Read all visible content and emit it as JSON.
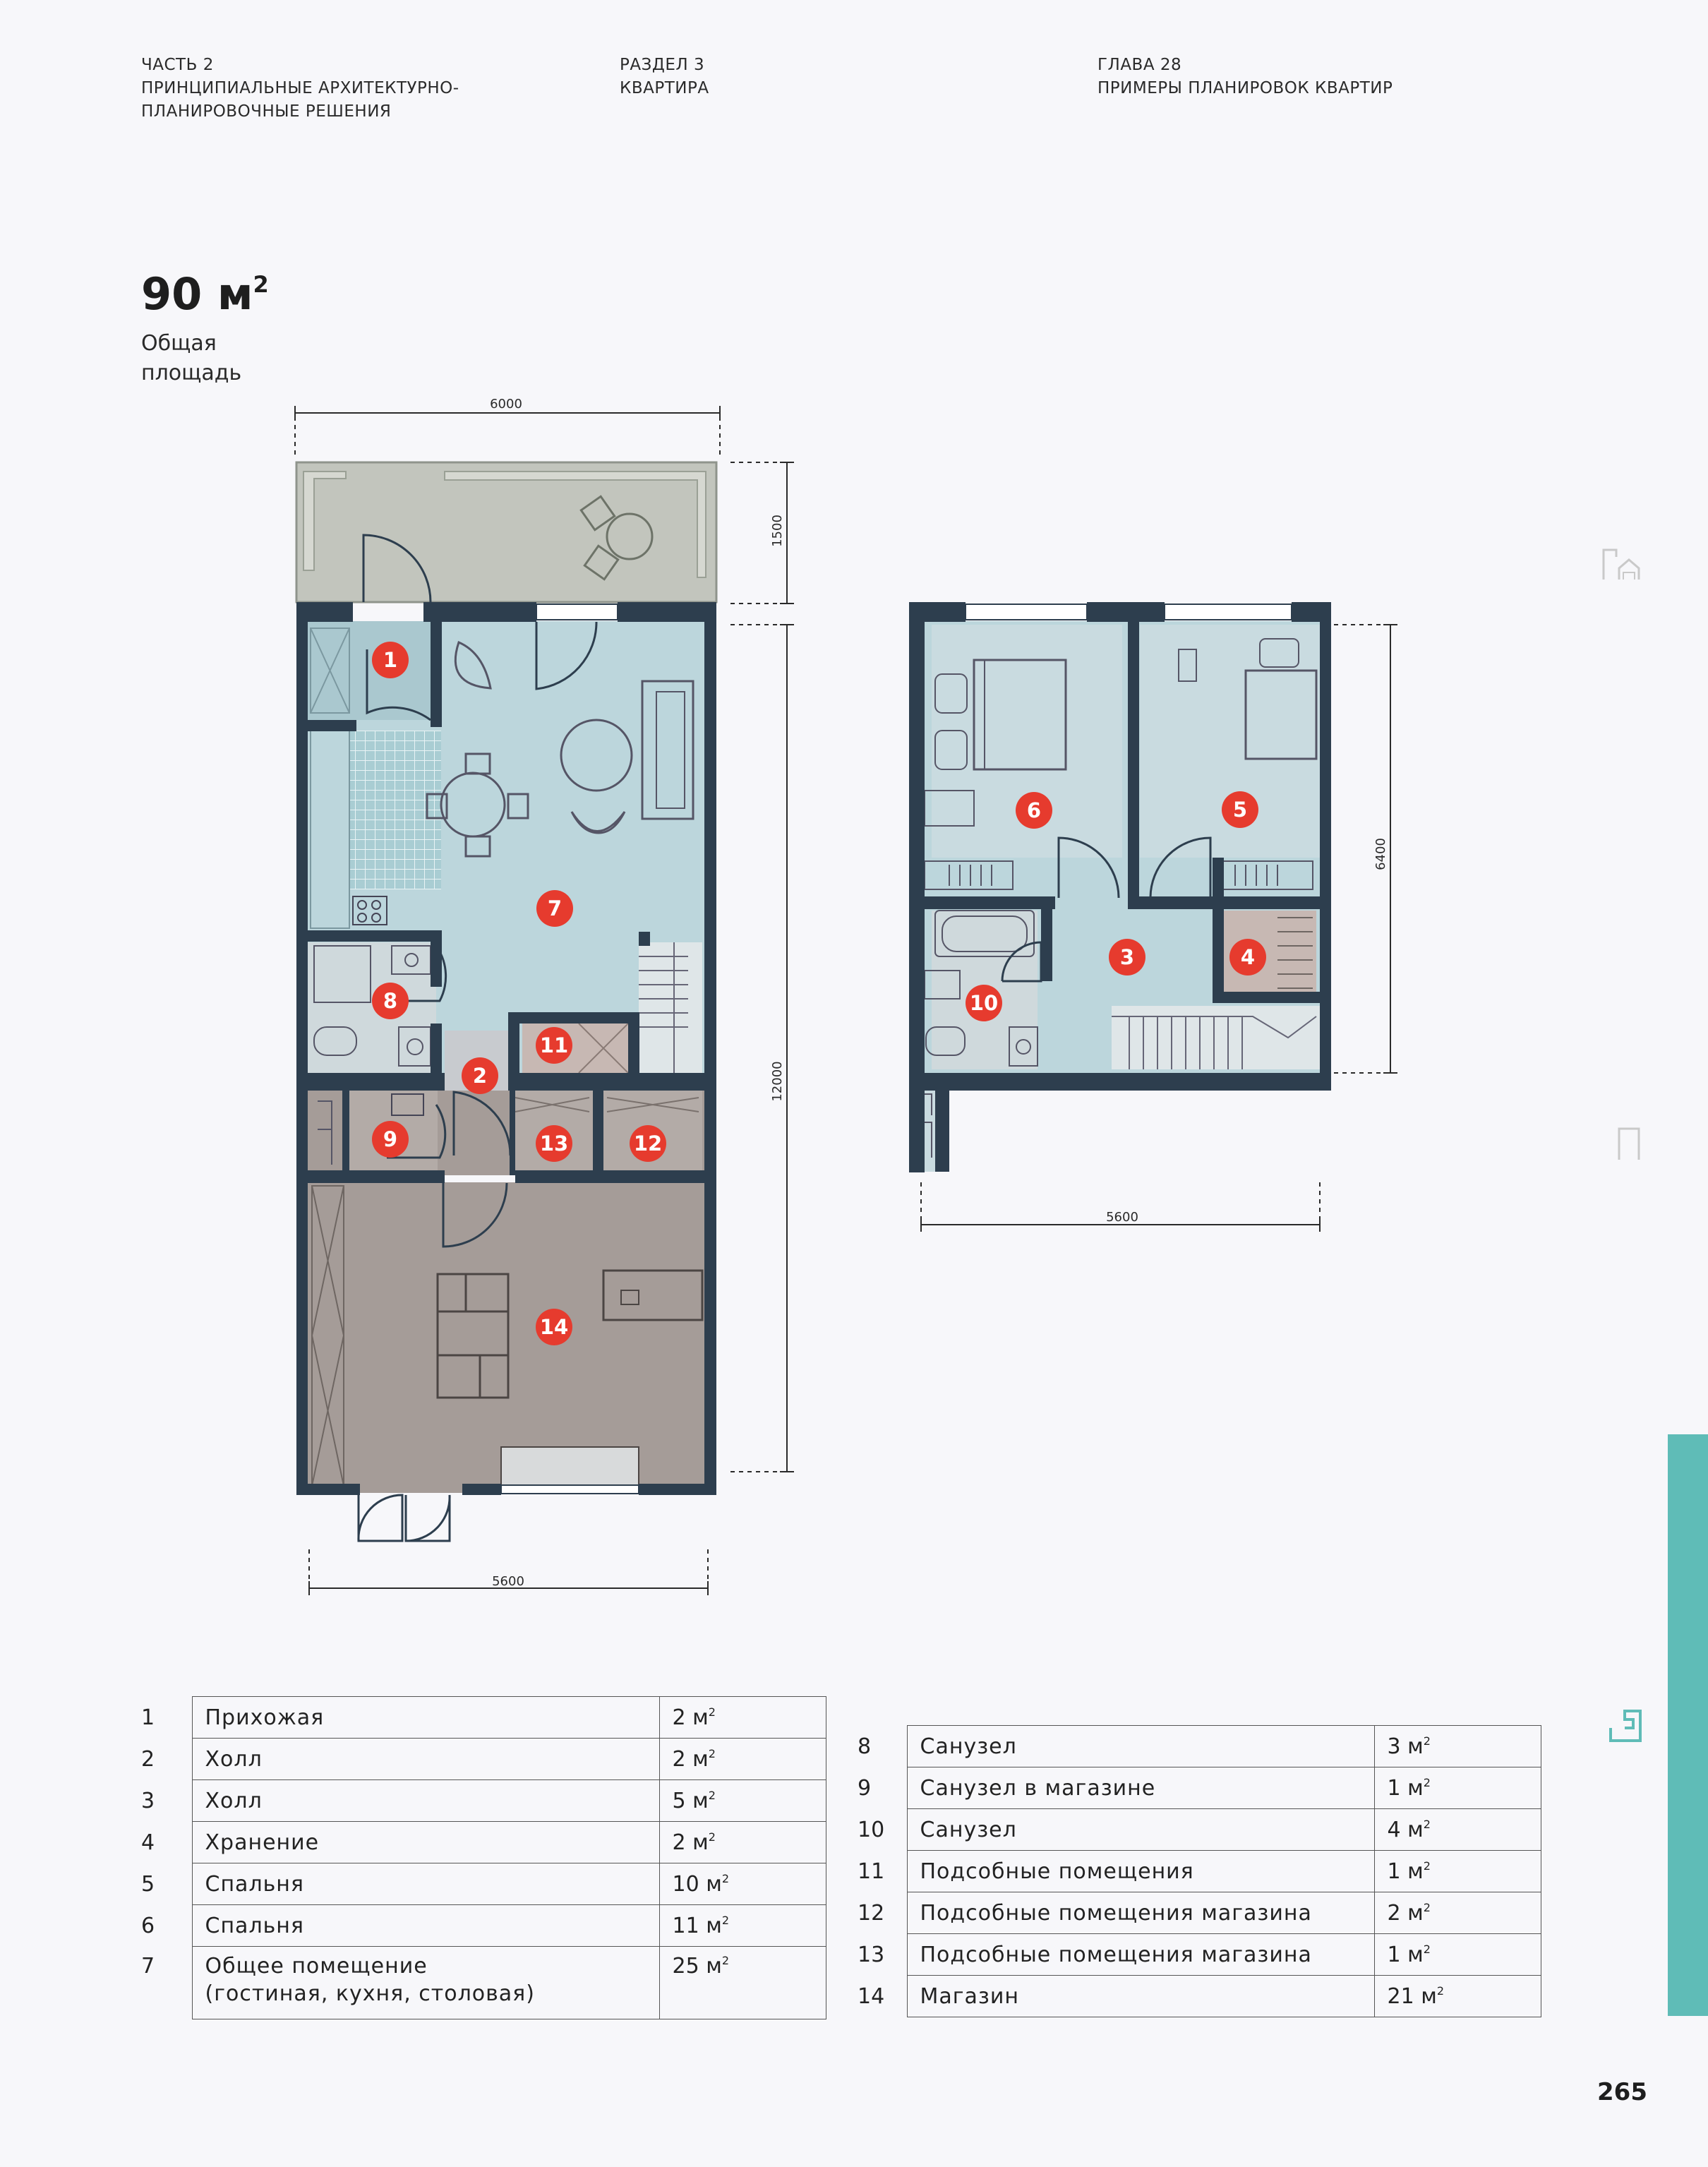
{
  "header": {
    "col1": [
      "ЧАСТЬ 2",
      "ПРИНЦИПИАЛЬНЫЕ АРХИТЕКТУРНО-",
      "ПЛАНИРОВОЧНЫЕ РЕШЕНИЯ"
    ],
    "col2": [
      "РАЗДЕЛ 3",
      "КВАРТИРА"
    ],
    "col3": [
      "ГЛАВА 28",
      "ПРИМЕРЫ ПЛАНИРОВОК КВАРТИР"
    ]
  },
  "area": {
    "value": "90 м",
    "superscript": "2",
    "label": "Общая площадь"
  },
  "dimensions": {
    "ground_top": "6000",
    "terrace": "1500",
    "ground_depth": "12000",
    "ground_bottom": "5600",
    "upper_depth": "6400",
    "upper_bottom": "5600"
  },
  "markers": [
    "1",
    "2",
    "3",
    "4",
    "5",
    "6",
    "7",
    "8",
    "9",
    "10",
    "11",
    "12",
    "13",
    "14"
  ],
  "colors": {
    "wall": "#2d3e4e",
    "living": "#bcd6dc",
    "shop": "#a59c98",
    "terrace": "#c2c5bd",
    "bath": "#cfd9dc",
    "marker": "#e63b2e",
    "accent": "#5fbcb7"
  },
  "legend_left": [
    {
      "num": "1",
      "name": "Прихожая",
      "area": "2 м",
      "sup": "2"
    },
    {
      "num": "2",
      "name": "Холл",
      "area": "2 м",
      "sup": "2"
    },
    {
      "num": "3",
      "name": "Холл",
      "area": "5 м",
      "sup": "2"
    },
    {
      "num": "4",
      "name": "Хранение",
      "area": "2 м",
      "sup": "2"
    },
    {
      "num": "5",
      "name": "Спальня",
      "area": "10 м",
      "sup": "2"
    },
    {
      "num": "6",
      "name": "Спальня",
      "area": "11 м",
      "sup": "2"
    },
    {
      "num": "7",
      "name": "Общее помещение",
      "name2": "(гостиная, кухня, столовая)",
      "area": "25 м",
      "sup": "2"
    }
  ],
  "legend_right": [
    {
      "num": "8",
      "name": "Санузел",
      "area": "3 м",
      "sup": "2"
    },
    {
      "num": "9",
      "name": "Санузел в магазине",
      "area": "1 м",
      "sup": "2"
    },
    {
      "num": "10",
      "name": "Санузел",
      "area": "4 м",
      "sup": "2"
    },
    {
      "num": "11",
      "name": "Подсобные помещения",
      "area": "1 м",
      "sup": "2"
    },
    {
      "num": "12",
      "name": "Подсобные помещения магазина",
      "area": "2 м",
      "sup": "2"
    },
    {
      "num": "13",
      "name": "Подсобные помещения магазина",
      "area": "1 м",
      "sup": "2"
    },
    {
      "num": "14",
      "name": "Магазин",
      "area": "21 м",
      "sup": "2"
    }
  ],
  "icons": [
    "house-garden-icon",
    "house-icon",
    "floor-plan-icon"
  ],
  "page_number": "265"
}
